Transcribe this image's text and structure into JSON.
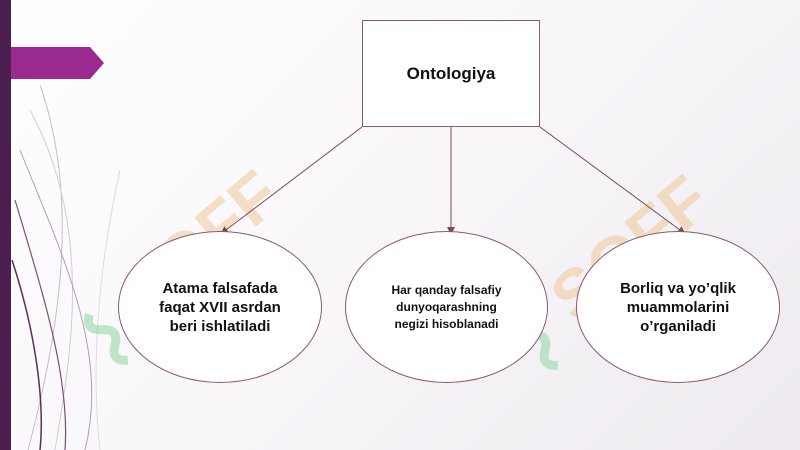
{
  "slide": {
    "root": {
      "label": "Ontologiya"
    },
    "children": [
      {
        "label": "Atama falsafada\nfaqat XVII asrdan\nberi ishlatiladi"
      },
      {
        "label": "Har qanday falsafiy\ndunyoqarashning\nnegizi hisoblanadi"
      },
      {
        "label": "Borliq va yo’qlik\nmuammolarini\no’rganiladi"
      }
    ],
    "watermark": "SOFF"
  },
  "colors": {
    "accent_dark": "#4a1f4f",
    "accent_magenta": "#9b2a8e",
    "shape_border": "#8c5a6a",
    "watermark_green": "#8fd6a2",
    "watermark_orange": "#f0c89a"
  }
}
